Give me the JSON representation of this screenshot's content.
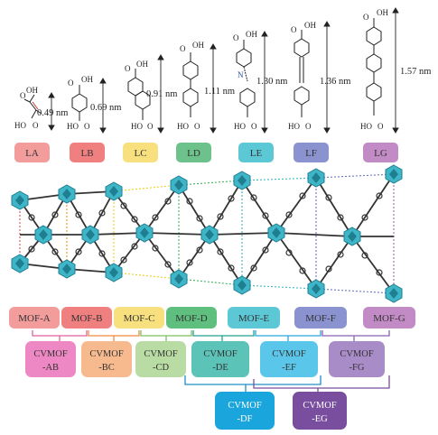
{
  "linkers": [
    {
      "id": "LA",
      "length": "0.49 nm",
      "color": "#f29c9c"
    },
    {
      "id": "LB",
      "length": "0.69 nm",
      "color": "#f08080"
    },
    {
      "id": "LC",
      "length": "0.91 nm",
      "color": "#f9e07f"
    },
    {
      "id": "LD",
      "length": "1.11 nm",
      "color": "#6cc28a"
    },
    {
      "id": "LE",
      "length": "1.30 nm",
      "color": "#5cc8d6"
    },
    {
      "id": "LF",
      "length": "1.36 nm",
      "color": "#8a93cf"
    },
    {
      "id": "LG",
      "length": "1.57 nm",
      "color": "#c28bc6"
    }
  ],
  "chem": {
    "oh": "OH",
    "ho": "HO",
    "o": "O",
    "n": "N"
  },
  "mofs": [
    {
      "label": "MOF-A",
      "color": "#f29c9c"
    },
    {
      "label": "MOF-B",
      "color": "#f08080"
    },
    {
      "label": "MOF-C",
      "color": "#f9e07f"
    },
    {
      "label": "MOF-D",
      "color": "#5fbf7f"
    },
    {
      "label": "MOF-E",
      "color": "#5cc8d6"
    },
    {
      "label": "MOF-F",
      "color": "#8a93cf"
    },
    {
      "label": "MOF-G",
      "color": "#c28bc6"
    }
  ],
  "cvmofs": [
    {
      "line1": "CVMOF",
      "line2": "-AB",
      "color": "#ee88c4",
      "text": "#333333"
    },
    {
      "line1": "CVMOF",
      "line2": "-BC",
      "color": "#f7b98e",
      "text": "#333333"
    },
    {
      "line1": "CVMOF",
      "line2": "-CD",
      "color": "#b9dca4",
      "text": "#333333"
    },
    {
      "line1": "CVMOF",
      "line2": "-DE",
      "color": "#5cc3b8",
      "text": "#333333"
    },
    {
      "line1": "CVMOF",
      "line2": "-EF",
      "color": "#5ac7ea",
      "text": "#333333"
    },
    {
      "line1": "CVMOF",
      "line2": "-FG",
      "color": "#a88cc8",
      "text": "#333333"
    },
    {
      "line1": "CVMOF",
      "line2": "-DF",
      "color": "#1aa6dd",
      "text": "#ffffff"
    },
    {
      "line1": "CVMOF",
      "line2": "-EG",
      "color": "#7a4e9f",
      "text": "#ffffff"
    }
  ],
  "palette": {
    "node": "#3fb6c8",
    "node_dark": "#1f7f91",
    "linker": "#333333",
    "bracket": "#1e8fc9"
  }
}
